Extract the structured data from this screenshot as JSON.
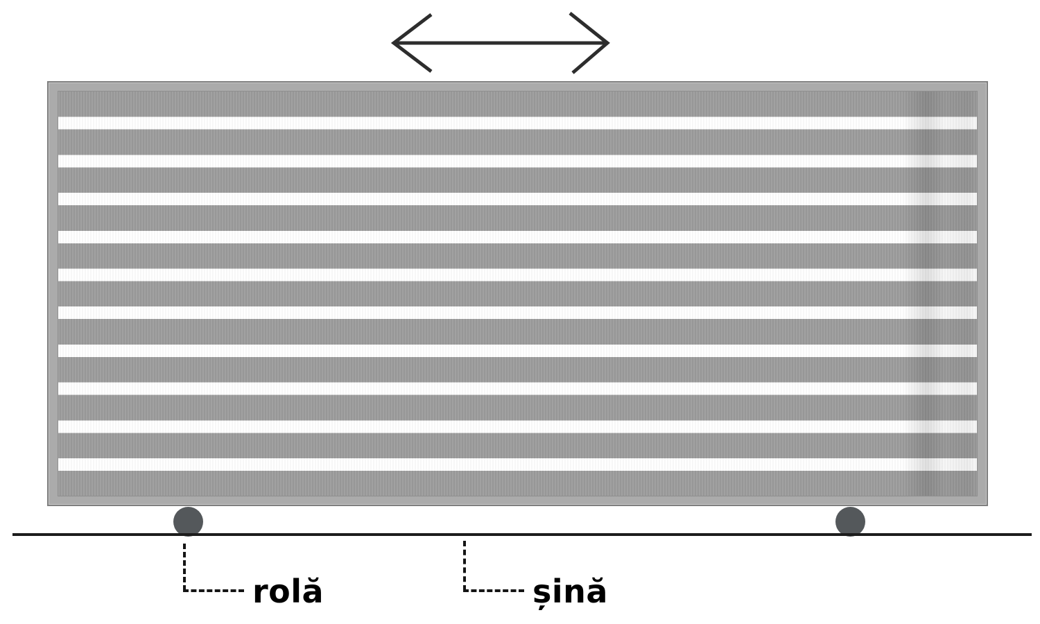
{
  "diagram": {
    "labels": {
      "roller": "rolă",
      "rail": "șină"
    },
    "colors": {
      "gate_slat": "#9c9c9c",
      "gate_frame": "#ababab",
      "gate_border": "#7f7f7f",
      "gap_white": "#ffffff",
      "roller": "#54585b",
      "rail_line": "#1c1c1c",
      "arrow": "#2d2d2d",
      "label_text": "#000000"
    },
    "gate": {
      "slat_count": 11,
      "gap_count": 10
    },
    "roller_count": 2
  }
}
